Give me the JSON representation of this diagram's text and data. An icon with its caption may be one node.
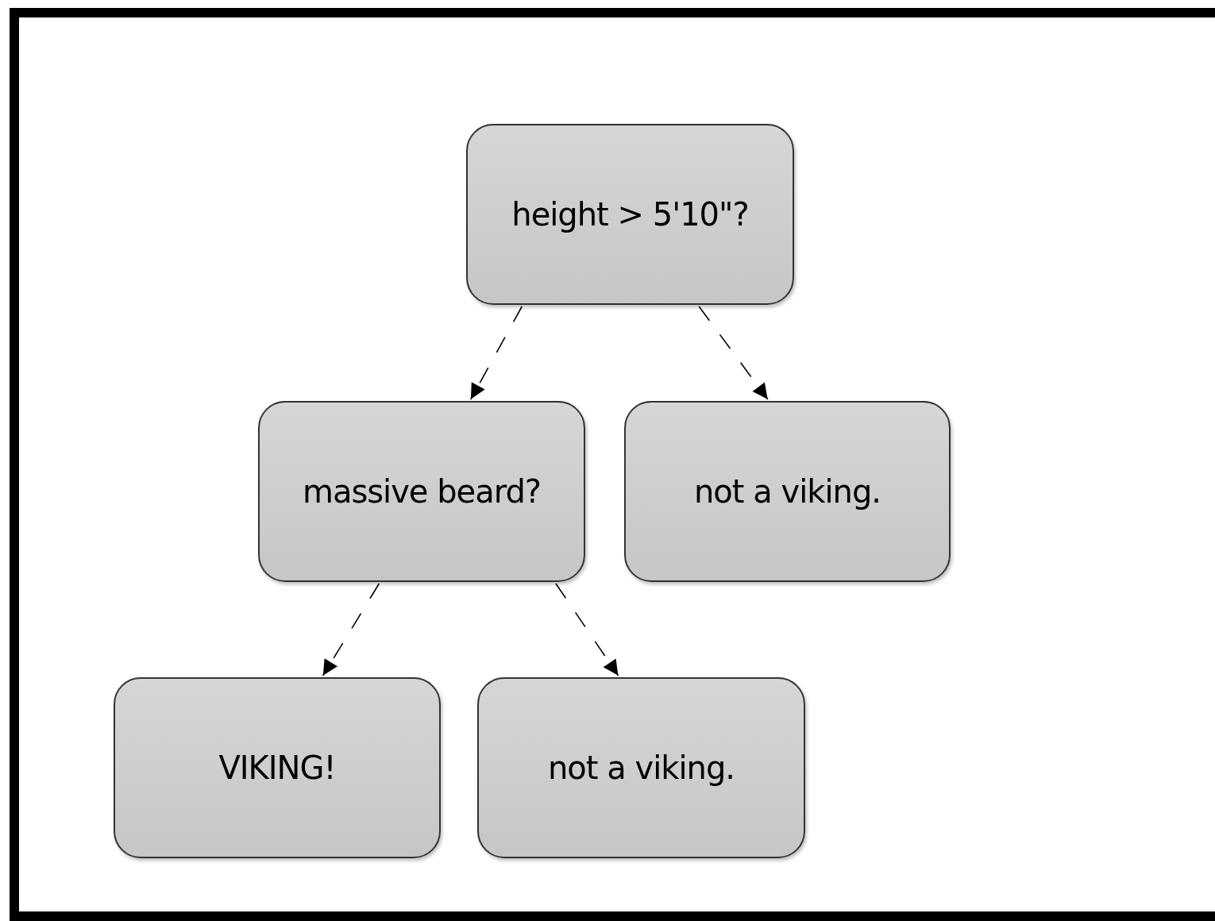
{
  "diagram": {
    "nodes": [
      {
        "text": [
          "height > 5'10\"?"
        ]
      },
      {
        "text": [
          "massive beard?"
        ]
      },
      {
        "text": [
          "not a viking."
        ]
      },
      {
        "text": [
          "VIKING!"
        ]
      },
      {
        "text": [
          "not a viking."
        ]
      }
    ],
    "edges": [
      {
        "from": 0,
        "to": 1,
        "arrow": "to",
        "style": "dashed"
      },
      {
        "from": 0,
        "to": 2,
        "arrow": "to",
        "style": "dashed"
      },
      {
        "from": 1,
        "to": 3,
        "arrow": "to",
        "style": "dashed"
      },
      {
        "from": 1,
        "to": 4,
        "arrow": "to",
        "style": "dashed"
      }
    ]
  }
}
